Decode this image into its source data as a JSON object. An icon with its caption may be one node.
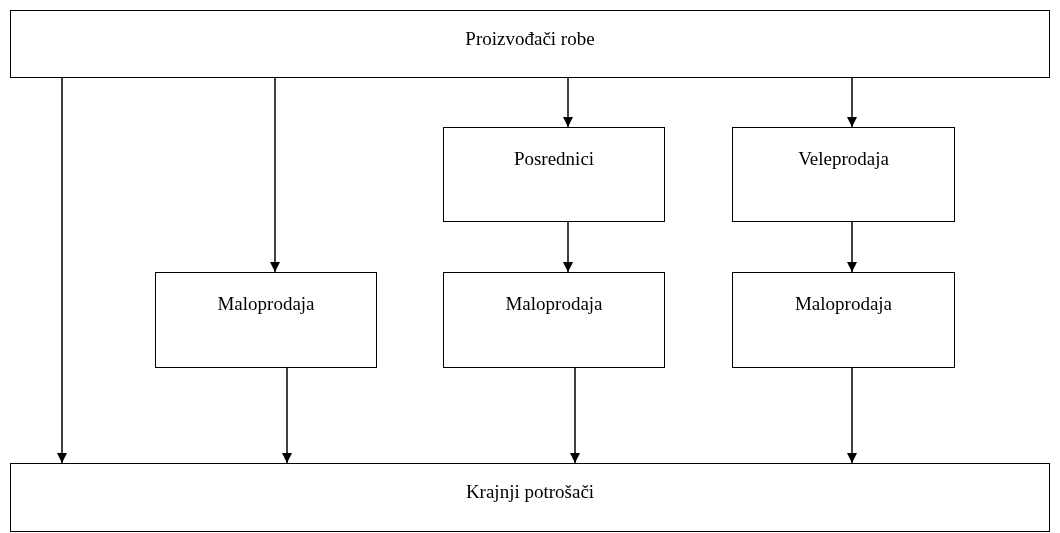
{
  "diagram": {
    "nodes": [
      {
        "text": [
          "Proizvođači robe"
        ]
      },
      {
        "text": [
          "Posrednici"
        ]
      },
      {
        "text": [
          "Veleprodaja"
        ]
      },
      {
        "text": [
          "Maloprodaja"
        ]
      },
      {
        "text": [
          "Maloprodaja"
        ]
      },
      {
        "text": [
          "Maloprodaja"
        ]
      },
      {
        "text": [
          "Krajnji potrošači"
        ]
      }
    ],
    "edges": [
      {
        "from": 0,
        "to": 6,
        "arrow": "to"
      },
      {
        "from": 0,
        "to": 3,
        "arrow": "to"
      },
      {
        "from": 0,
        "to": 1,
        "arrow": "to"
      },
      {
        "from": 0,
        "to": 2,
        "arrow": "to"
      },
      {
        "from": 1,
        "to": 4,
        "arrow": "to"
      },
      {
        "from": 2,
        "to": 5,
        "arrow": "to"
      },
      {
        "from": 3,
        "to": 6,
        "arrow": "to"
      },
      {
        "from": 4,
        "to": 6,
        "arrow": "to"
      },
      {
        "from": 5,
        "to": 6,
        "arrow": "to"
      }
    ]
  }
}
